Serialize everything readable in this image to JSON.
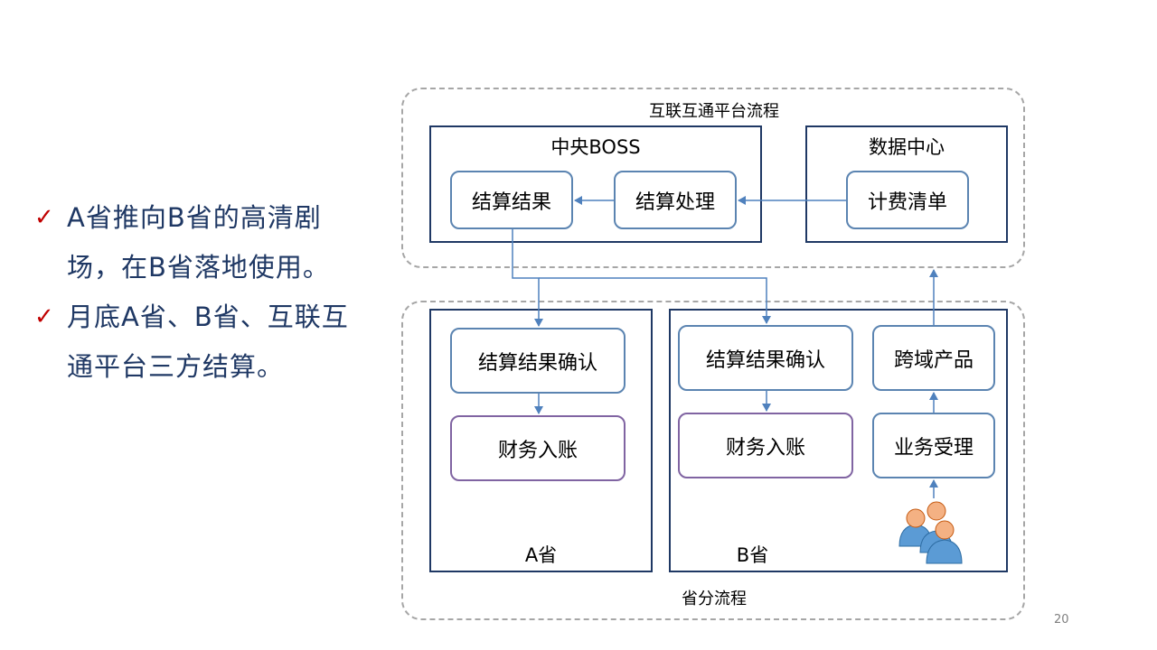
{
  "bullets": [
    "A省推向B省的高清剧场，在B省落地使用。",
    "月底A省、B省、互联互通平台三方结算。"
  ],
  "bullet_icon": "check-icon",
  "diagram": {
    "top_group_label": "互联互通平台流程",
    "bottom_group_label": "省分流程",
    "central_boss": {
      "title": "中央BOSS",
      "settlement_result": "结算结果",
      "settlement_processing": "结算处理"
    },
    "data_center": {
      "title": "数据中心",
      "billing_list": "计费清单"
    },
    "province_a": {
      "title": "A省",
      "confirm": "结算结果确认",
      "finance": "财务入账"
    },
    "province_b": {
      "title": "B省",
      "confirm": "结算结果确认",
      "finance": "财务入账",
      "cross_domain_product": "跨域产品",
      "business_acceptance": "业务受理",
      "users_icon": "users-icon"
    }
  },
  "page_number": "20",
  "colors": {
    "bullet_text": "#1f3864",
    "check": "#c00000",
    "panel_border": "#1f3864",
    "node_border": "#5b84b1",
    "finance_border": "#8064a2",
    "arrow": "#4f81bd",
    "dash": "#a6a6a6"
  }
}
